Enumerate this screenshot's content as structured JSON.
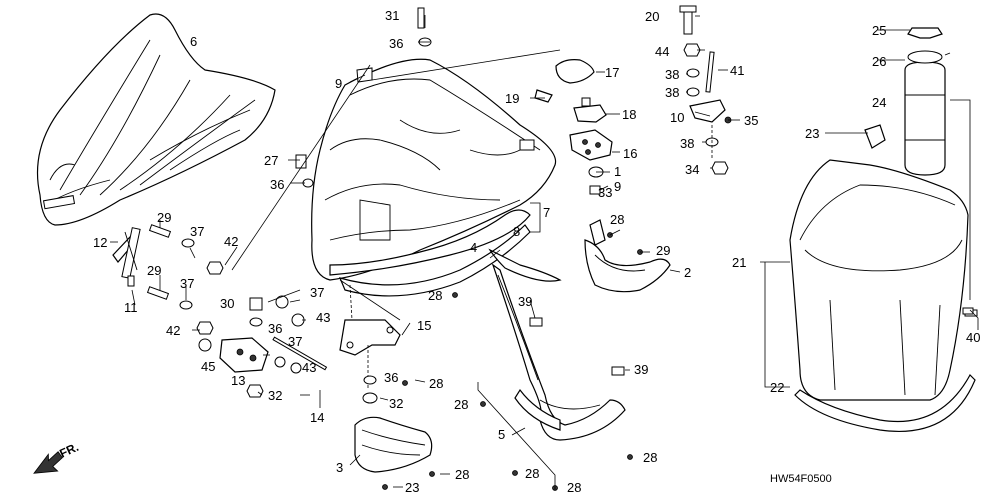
{
  "diagram": {
    "code": "HW54F0500",
    "direction_label": "FR.",
    "callouts": [
      "1",
      "2",
      "3",
      "4",
      "5",
      "6",
      "7",
      "8",
      "9",
      "10",
      "11",
      "12",
      "13",
      "14",
      "15",
      "16",
      "17",
      "18",
      "19",
      "20",
      "21",
      "22",
      "23",
      "24",
      "25",
      "26",
      "27",
      "28",
      "29",
      "30",
      "31",
      "32",
      "33",
      "34",
      "35",
      "36",
      "37",
      "38",
      "39",
      "40",
      "41",
      "42",
      "43",
      "44",
      "45"
    ]
  }
}
